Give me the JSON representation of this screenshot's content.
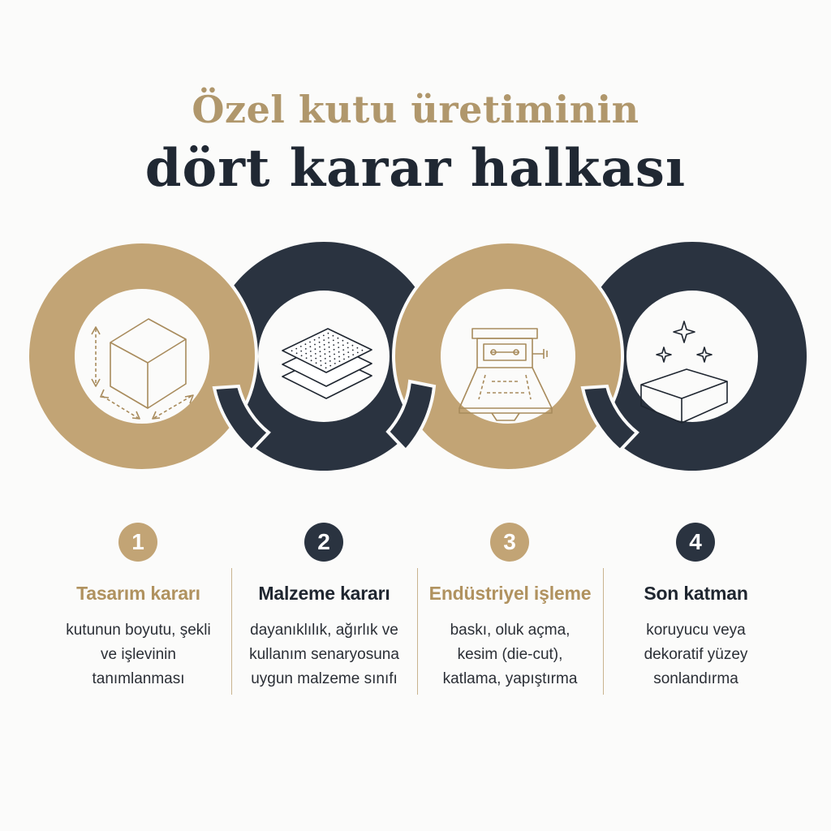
{
  "title": {
    "line1": "Özel kutu üretiminin",
    "line2": "dört karar halkası"
  },
  "colors": {
    "gold": "#c2a475",
    "dark": "#2a3340",
    "gold_text": "#b0925f",
    "dark_text": "#1f2630"
  },
  "rings": [
    {
      "color": "gold",
      "icon": "cube-dimensions-icon"
    },
    {
      "color": "dark",
      "icon": "material-layers-icon"
    },
    {
      "color": "gold",
      "icon": "printing-machine-icon"
    },
    {
      "color": "dark",
      "icon": "finished-box-sparkle-icon"
    }
  ],
  "steps": [
    {
      "number": "1",
      "title": "Tasarım kararı",
      "color": "gold",
      "lines": [
        "kutunun boyutu, şekli",
        "ve işlevinin",
        "tanımlanması"
      ]
    },
    {
      "number": "2",
      "title": "Malzeme kararı",
      "color": "dark",
      "lines": [
        "dayanıklılık, ağırlık ve",
        "kullanım senaryosuna",
        "uygun malzeme sınıfı"
      ]
    },
    {
      "number": "3",
      "title": "Endüstriyel işleme",
      "color": "gold",
      "lines": [
        "baskı, oluk açma,",
        "kesim (die-cut),",
        "katlama, yapıştırma"
      ]
    },
    {
      "number": "4",
      "title": "Son katman",
      "color": "dark",
      "lines": [
        "koruyucu veya",
        "dekoratif yüzey",
        "sonlandırma"
      ]
    }
  ]
}
